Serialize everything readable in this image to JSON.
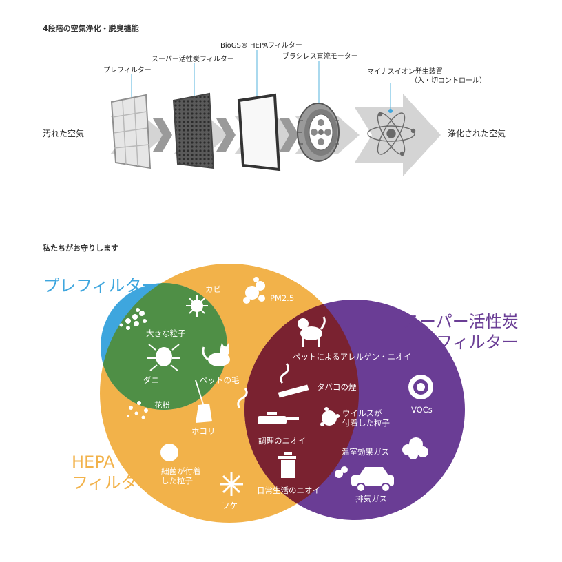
{
  "section1": {
    "title": "4段階の空気浄化・脱臭機能",
    "input_label": "汚れた空気",
    "output_label": "浄化された空気",
    "stages": [
      {
        "label": "プレフィルター"
      },
      {
        "label": "スーパー活性炭フィルター"
      },
      {
        "label": "BioGS® HEPAフィルター"
      },
      {
        "label": "ブラシレス直流モーター"
      },
      {
        "label_line1": "マイナスイオン発生装置",
        "label_line2": "（入・切コントロール）"
      }
    ]
  },
  "section2": {
    "title": "私たちがお守りします",
    "circles": {
      "pre": {
        "line1": "プレフィルター",
        "color": "#3ea6de"
      },
      "hepa": {
        "line1": "HEPA",
        "line2": "フィルター",
        "color": "#f2b24a"
      },
      "carbon": {
        "line1": "スーパー活性炭",
        "line2": "フィルター",
        "color": "#6a3d95"
      }
    },
    "overlap_colors": {
      "pre_hepa": "#4f8f46",
      "hepa_carbon": "#7a2230"
    },
    "items": {
      "kabi": "カビ",
      "pm25": "PM2.5",
      "large_particles": "大きな粒子",
      "dani": "ダニ",
      "pet_hair": "ペットの毛",
      "kafun": "花粉",
      "hokori": "ホコリ",
      "pet_odor": "ペットによるアレルゲン・ニオイ",
      "tobacco": "タバコの煙",
      "virus_1": "ウイルスが",
      "virus_2": "付着した粒子",
      "vocs": "VOCs",
      "cooking": "調理のニオイ",
      "greenhouse": "温室効果ガス",
      "bacteria_1": "細菌が付着",
      "bacteria_2": "した粒子",
      "daily": "日常生活のニオイ",
      "exhaust": "排気ガス",
      "fuke": "フケ"
    }
  }
}
